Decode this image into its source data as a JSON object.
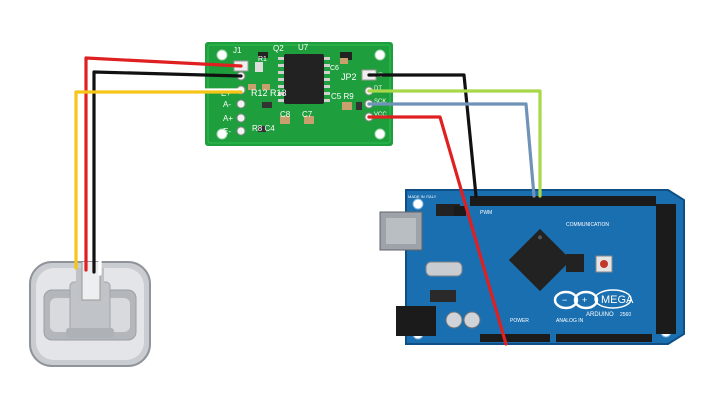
{
  "hx711_board": {
    "j1": "J1",
    "q2": "Q2",
    "u7": "U7",
    "r1": "R1",
    "jp2": "JP2",
    "c6": "C6",
    "r12_r13": "R12 R13",
    "a_minus": "A-",
    "a_plus": "A+",
    "e_minus": "E-",
    "e_plus": "E+",
    "r8_c4": "R8 C4",
    "c8": "C8",
    "c7": "C7",
    "c5_r9": "C5 R9",
    "gnd": "GND",
    "dt": "DT",
    "sck": "SCK",
    "vcc": "VCC"
  },
  "arduino_mega": {
    "made_in": "MADE IN ITALY",
    "pwm": "PWM",
    "communication": "COMMUNICATION",
    "analog_in": "ANALOG IN",
    "power": "POWER",
    "brand": "ARDUINO",
    "model": "MEGA",
    "model_num": "2560"
  },
  "wire_colors": {
    "red": "#e02020",
    "black": "#111111",
    "yellow": "#f5c518",
    "white": "#ffffff",
    "lime": "#a6d84a",
    "blue": "#6f93b8",
    "board_green": "#1e9e3c",
    "mega_blue": "#1a6fb0"
  }
}
